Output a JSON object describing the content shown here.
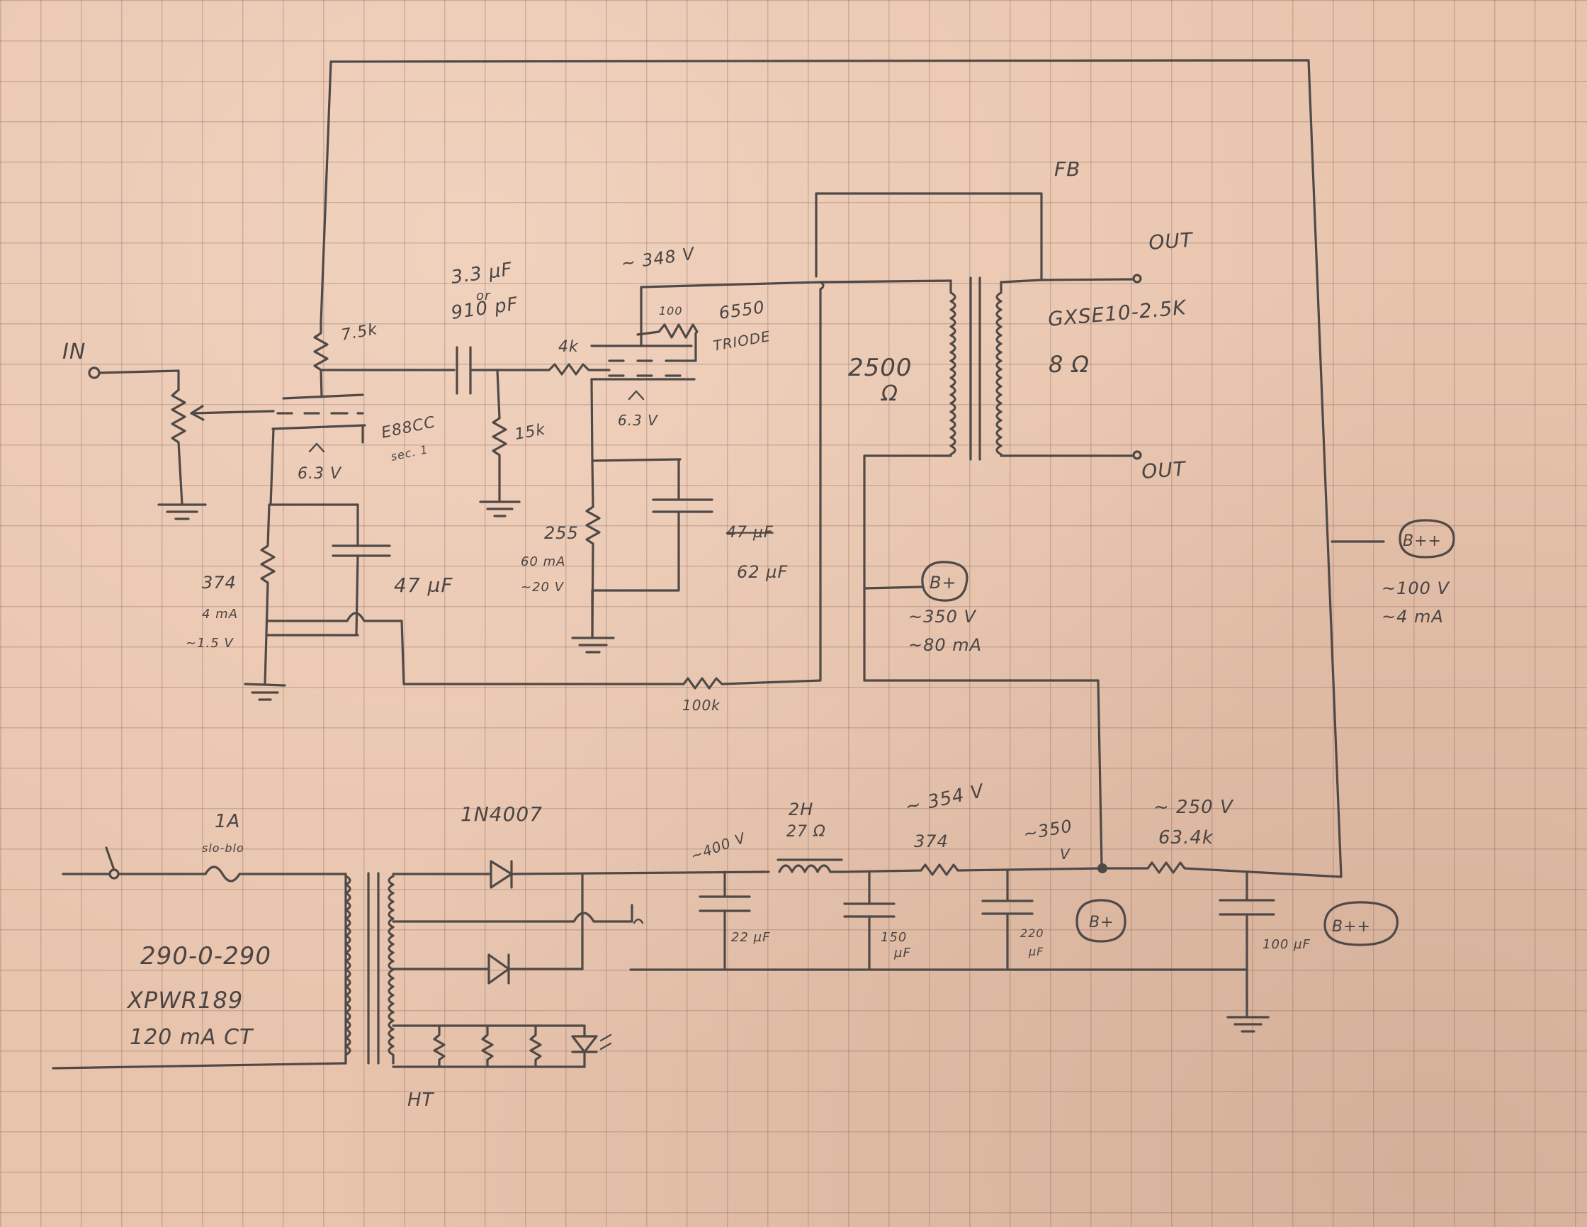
{
  "labels": {
    "input": "IN",
    "r_plate1": "7.5k",
    "coupling_cap_1": "3.3 µF",
    "coupling_cap_or": "or",
    "coupling_cap_2": "910 pF",
    "plate_voltage": "~ 348 V",
    "r_screen": "100",
    "power_tube": "6550",
    "power_tube_mode": "TRIODE",
    "r_grid_stop": "4k",
    "heater_pwr": "6.3 V",
    "preamp_tube": "E88CC",
    "preamp_section": "sec. 1",
    "heater_pre": "6.3 V",
    "r_grid": "15k",
    "r_cath_pwr": "255",
    "cath_pwr_current": "60 mA",
    "cath_pwr_voltage": "~20 V",
    "cap_cath_pwr_struck": "47 µF",
    "cap_cath_pwr": "62 µF",
    "r_cath_pre": "374",
    "cath_pre_current": "4 mA",
    "cath_pre_voltage": "~1.5 V",
    "cap_cath_pre": "47 µF",
    "r_feedback": "100k",
    "primary_impedance": "2500",
    "primary_ohm": "Ω",
    "feedback": "FB",
    "out_top": "OUT",
    "out_bottom": "OUT",
    "output_transformer": "GXSE10-2.5K",
    "secondary_impedance": "8 Ω",
    "bplus_badge": "B+",
    "bplus_voltage": "~350 V",
    "bplus_current": "~80 mA",
    "bpp_badge": "B++",
    "bpp_voltage": "~100 V",
    "bpp_current": "~4 mA",
    "fuse": "1A",
    "fuse_type": "slo-blo",
    "rectifier": "1N4007",
    "choke": "2H",
    "choke_dcr": "27 Ω",
    "v_reservoir": "~400 V",
    "v_choke_out": "~ 354 V",
    "r_filter": "374",
    "v_bplus_node": "~350",
    "v_bplus_node_unit": "V",
    "v_bpp_node": "~ 250 V",
    "r_bpp": "63.4k",
    "c1": "22 µF",
    "c2_a": "150",
    "c2_b": "µF",
    "c3_a": "220",
    "c3_b": "µF",
    "c4": "100 µF",
    "bplus_badge_2": "B+",
    "bpp_badge_2": "B++",
    "pt_secondary": "290-0-290",
    "pt_part": "XPWR189",
    "pt_rating": "120 mA CT",
    "ht": "HT"
  }
}
